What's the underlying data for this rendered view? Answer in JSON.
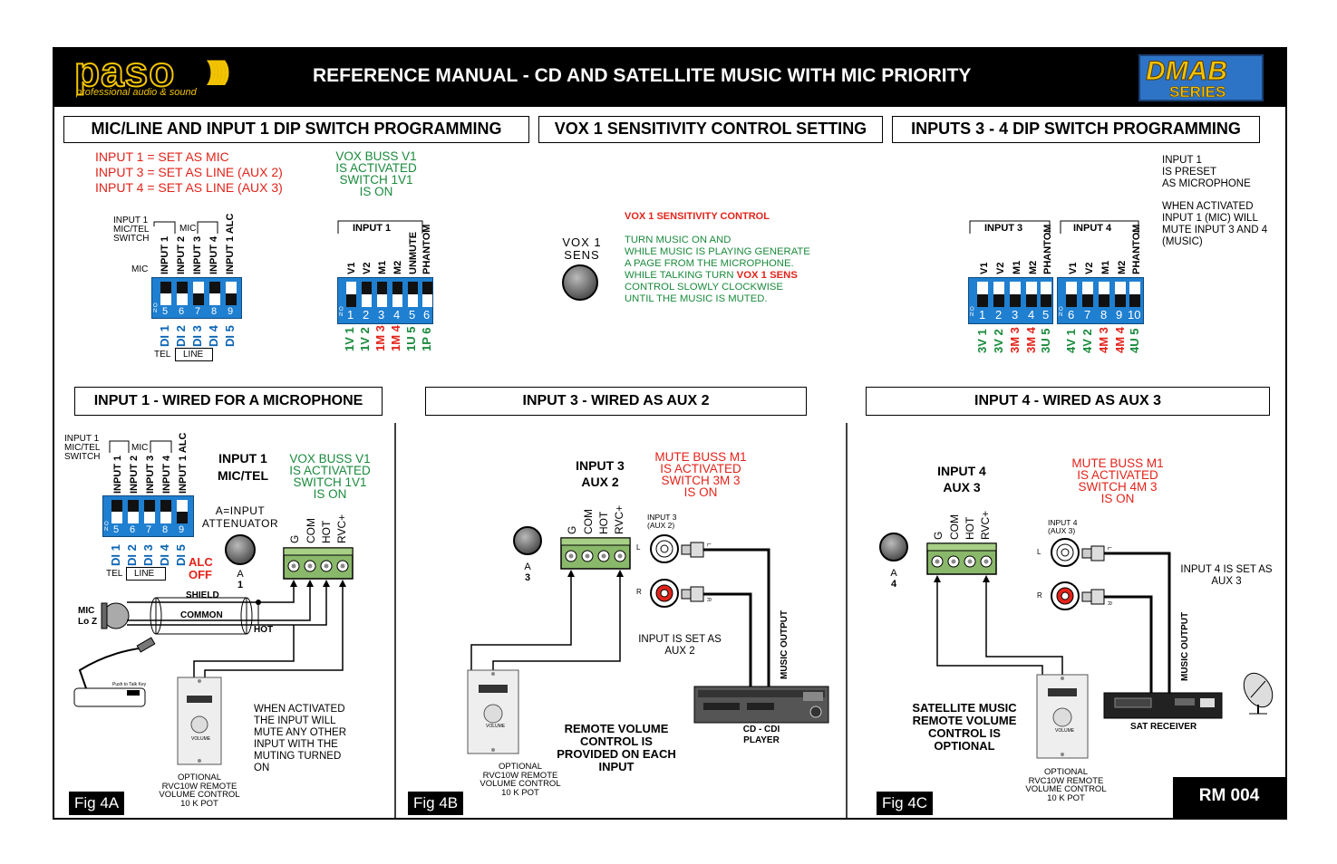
{
  "header": {
    "logo_text": "paso",
    "logo_sub": "professional audio & sound",
    "title": "REFERENCE MANUAL - CD AND SATELLITE MUSIC WITH MIC PRIORITY",
    "series_badge_1": "DMAB",
    "series_badge_2": "SERIES"
  },
  "sections": {
    "dip1_title": "MIC/LINE AND INPUT 1 DIP SWITCH PROGRAMMING",
    "vox_title": "VOX 1 SENSITIVITY CONTROL SETTING",
    "dip34_title": "INPUTS 3 - 4 DIP SWITCH PROGRAMMING",
    "fig4a_title": "INPUT 1 - WIRED FOR A MICROPHONE",
    "fig4b_title": "INPUT 3 - WIRED AS AUX 2",
    "fig4c_title": "INPUT 4 - WIRED AS AUX 3"
  },
  "dip1": {
    "settings": [
      "INPUT 1 = SET AS MIC",
      "INPUT 3 = SET AS LINE (AUX 2)",
      "INPUT 4 = SET AS LINE (AUX 3)"
    ],
    "vox_note": [
      "VOX BUSS V1",
      "IS ACTIVATED",
      "SWITCH 1V1",
      "IS ON"
    ],
    "mic_tel_switch": [
      "INPUT 1",
      "MIC/TEL",
      "SWITCH"
    ],
    "mic_group": "MIC",
    "mic_side": "MIC",
    "headers": [
      "INPUT 1",
      "INPUT 2",
      "INPUT 3",
      "INPUT 4",
      "INPUT 1 ALC"
    ],
    "numbers": [
      "5",
      "6",
      "7",
      "8",
      "9"
    ],
    "di_labels": [
      "DI 1",
      "DI 2",
      "DI 3",
      "DI 4",
      "DI 5"
    ],
    "tel": "TEL",
    "line": "LINE",
    "input1_title": "INPUT 1",
    "input1_headers": [
      "V1",
      "V2",
      "M1",
      "M2",
      "UNMUTE",
      "PHANTOM"
    ],
    "input1_numbers": [
      "1",
      "2",
      "3",
      "4",
      "5",
      "6"
    ],
    "input1_codes": [
      "1V 1",
      "1V 2",
      "1M 3",
      "1M 4",
      "1U 5",
      "1P 6"
    ]
  },
  "vox": {
    "knob_label": [
      "VOX 1",
      "SENS"
    ],
    "control_title": "VOX 1 SENSITIVITY CONTROL",
    "instructions_1": [
      "TURN  MUSIC ON AND",
      "WHILE MUSIC IS PLAYING GENERATE",
      "A PAGE FROM THE MICROPHONE."
    ],
    "instructions_2a": "WHILE TALKING TURN ",
    "instructions_2b": "VOX 1 SENS",
    "instructions_3": [
      "CONTROL SLOWLY CLOCKWISE",
      "UNTIL THE  MUSIC IS MUTED."
    ]
  },
  "dip34": {
    "input3_title": "INPUT 3",
    "input4_title": "INPUT 4",
    "input3_headers": [
      "V1",
      "V2",
      "M1",
      "M2",
      "PHANTOM"
    ],
    "input4_headers": [
      "V1",
      "V2",
      "M1",
      "M2",
      "PHANTOM"
    ],
    "input3_numbers": [
      "1",
      "2",
      "3",
      "4",
      "5"
    ],
    "input4_numbers": [
      "6",
      "7",
      "8",
      "9",
      "10"
    ],
    "input3_codes": [
      "3V 1",
      "3V 2",
      "3M 3",
      "3M 4",
      "3U 5"
    ],
    "input4_codes": [
      "4V 1",
      "4V 2",
      "4M 3",
      "4M 4",
      "4U 5"
    ],
    "note_1": [
      "INPUT 1",
      "IS PRESET",
      "AS MICROPHONE"
    ],
    "note_2": [
      "WHEN ACTIVATED",
      "INPUT 1 (MIC)  WILL",
      "MUTE INPUT 3 AND 4",
      "(MUSIC)"
    ]
  },
  "fig4a": {
    "label": "Fig 4A",
    "input_label": [
      "INPUT 1",
      "MIC/TEL"
    ],
    "vox_note": [
      "VOX BUSS V1",
      "IS ACTIVATED",
      "SWITCH 1V1",
      "IS ON"
    ],
    "attenuator": [
      "A=INPUT",
      "ATTENUATOR"
    ],
    "knob": [
      "A",
      "1"
    ],
    "alc": [
      "ALC",
      "OFF"
    ],
    "terminals": [
      "G",
      "COM",
      "HOT",
      "RVC+"
    ],
    "shield": "SHIELD",
    "common": "COMMON",
    "hot": "HOT",
    "mic": [
      "MIC",
      "Lo Z"
    ],
    "mic_key": "Push to Talk Key",
    "note": [
      "WHEN ACTIVATED",
      "THE INPUT WILL",
      "MUTE ANY OTHER",
      "INPUT WITH THE",
      "MUTING TURNED",
      "ON"
    ],
    "optional": [
      "OPTIONAL",
      "RVC10W REMOTE",
      "VOLUME CONTROL",
      "10 K POT"
    ],
    "volume": "VOLUME"
  },
  "fig4b": {
    "label": "Fig 4B",
    "input_label": [
      "INPUT 3",
      "AUX 2"
    ],
    "mute_note": [
      "MUTE BUSS M1",
      "IS ACTIVATED",
      "SWITCH 3M 3",
      "IS ON"
    ],
    "knob": [
      "A",
      "3"
    ],
    "terminals": [
      "G",
      "COM",
      "HOT",
      "RVC+"
    ],
    "rca_label": [
      "INPUT 3",
      "(AUX 2)"
    ],
    "set_note": [
      "INPUT  IS SET AS",
      "AUX 2"
    ],
    "music_output": "MUSIC OUTPUT",
    "player": [
      "CD - CDI",
      "PLAYER"
    ],
    "remote_note": [
      "REMOTE VOLUME",
      "CONTROL IS",
      "PROVIDED ON EACH",
      "INPUT"
    ],
    "optional": [
      "OPTIONAL",
      "RVC10W REMOTE",
      "VOLUME CONTROL",
      "10 K POT"
    ],
    "volume": "VOLUME"
  },
  "fig4c": {
    "label": "Fig 4C",
    "input_label": [
      "INPUT 4",
      "AUX 3"
    ],
    "mute_note": [
      "MUTE BUSS M1",
      "IS  ACTIVATED",
      "SWITCH 4M 3",
      "IS ON"
    ],
    "knob": [
      "A",
      "4"
    ],
    "terminals": [
      "G",
      "COM",
      "HOT",
      "RVC+"
    ],
    "rca_label": [
      "INPUT 4",
      "(AUX 3)"
    ],
    "set_note": [
      "INPUT 4 IS SET AS",
      "AUX 3"
    ],
    "music_output": "MUSIC OUTPUT",
    "receiver": "SAT RECEIVER",
    "sat_note": [
      "SATELLITE MUSIC",
      "REMOTE VOLUME",
      "CONTROL IS",
      "OPTIONAL"
    ],
    "optional": [
      "OPTIONAL",
      "RVC10W REMOTE",
      "VOLUME CONTROL",
      "10 K POT"
    ],
    "volume": "VOLUME"
  },
  "rm_code": "RM 004",
  "colors": {
    "red": "#e2231a",
    "green": "#1a8a3c",
    "blue": "#0a64b4",
    "black": "#000000",
    "gold": "#f2c300"
  }
}
